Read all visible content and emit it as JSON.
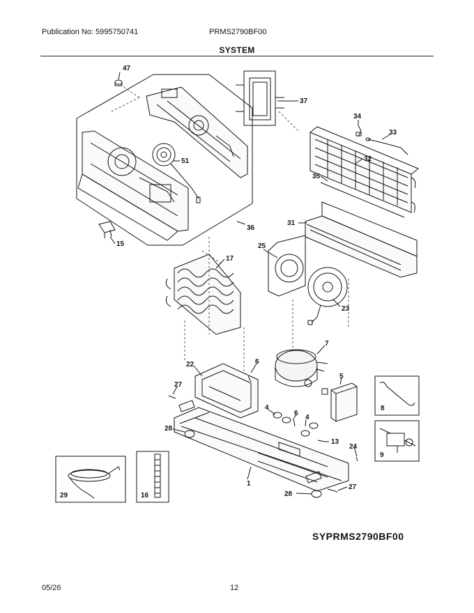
{
  "header": {
    "publication": "Publication No: 5995750741",
    "model": "PRMS2790BF00",
    "section_title": "SYSTEM"
  },
  "part_labels": [
    "47",
    "37",
    "51",
    "36",
    "15",
    "34",
    "33",
    "32",
    "35",
    "31",
    "25",
    "17",
    "23",
    "7",
    "22",
    "6",
    "27",
    "5",
    "4",
    "6",
    "4",
    "28",
    "13",
    "24",
    "8",
    "9",
    "29",
    "16",
    "1",
    "27",
    "28"
  ],
  "footer": {
    "diagram_code": "SYPRMS2790BF00",
    "date": "05/26",
    "page_number": "12"
  }
}
